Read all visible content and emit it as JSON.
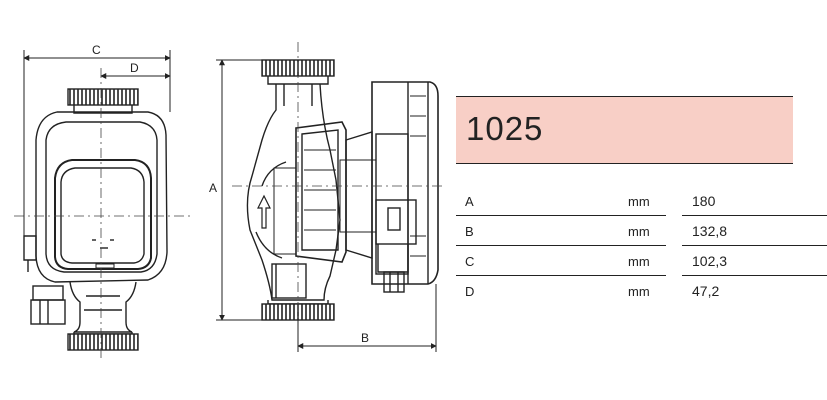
{
  "model": {
    "title": "1025"
  },
  "dimensions": {
    "labels": {
      "a": "A",
      "b": "B",
      "c": "C",
      "d": "D"
    }
  },
  "spec_table": {
    "rows": [
      {
        "label": "A",
        "unit": "mm",
        "value": "180"
      },
      {
        "label": "B",
        "unit": "mm",
        "value": "132,8"
      },
      {
        "label": "C",
        "unit": "mm",
        "value": "102,3"
      },
      {
        "label": "D",
        "unit": "mm",
        "value": "47,2"
      }
    ]
  },
  "colors": {
    "header_fill": "#f8cfc6",
    "line": "#222222"
  }
}
